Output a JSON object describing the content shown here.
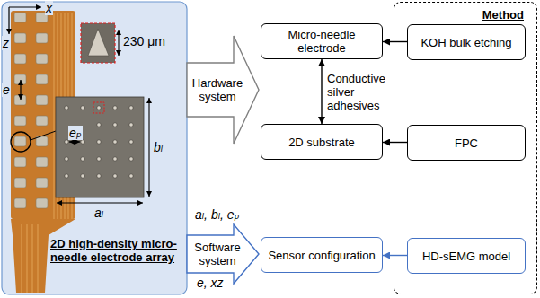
{
  "diagram": {
    "nodes": [
      {
        "text": [
          "2D high-density micro-needle electrode array"
        ]
      },
      {
        "text": [
          "Hardware system"
        ]
      },
      {
        "text": [
          "Micro-needle electrode"
        ]
      },
      {
        "text": [
          "2D substrate"
        ]
      },
      {
        "text": [
          "Software system"
        ]
      },
      {
        "text": [
          "Sensor configuration"
        ]
      },
      {
        "text": [
          "Method"
        ]
      },
      {
        "text": [
          "KOH bulk etching"
        ],
        "in": 6
      },
      {
        "text": [
          "FPC"
        ],
        "in": 6
      },
      {
        "text": [
          "HD-sEMG model"
        ],
        "in": 6
      }
    ],
    "edges": [
      {
        "from": 7,
        "to": 2,
        "arrow": "to"
      },
      {
        "from": 2,
        "to": 3,
        "arrow": "both",
        "label": "Conductive silver adhesives"
      },
      {
        "from": 8,
        "to": 3,
        "arrow": "to"
      },
      {
        "from": 9,
        "to": 5,
        "arrow": "to"
      }
    ],
    "labels": [
      "x",
      "z",
      "e",
      "230 μm",
      "eₚ",
      "bₗ",
      "aₗ",
      "aₗ, bₗ, eₚ",
      "e, xz"
    ]
  }
}
